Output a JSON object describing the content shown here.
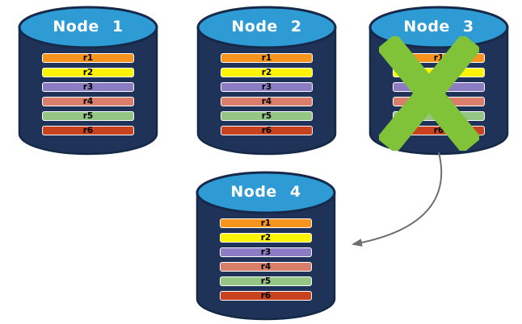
{
  "palette": {
    "background": "#FFFFFF",
    "cylinder_body": "#1E3357",
    "cylinder_top": "#2F9BD4",
    "node_title_color": "#FFFFFF",
    "row_text_color": "#000000",
    "row_border_color": "#FFFFFF",
    "arrow_color": "#6E6E6E",
    "failure_x_color": "#80C339"
  },
  "nodes": [
    {
      "label": "Node 1",
      "failed": false,
      "rows": [
        {
          "label": "r1",
          "color": "#F7941D"
        },
        {
          "label": "r2",
          "color": "#FCF400"
        },
        {
          "label": "r3",
          "color": "#8B7CC4"
        },
        {
          "label": "r4",
          "color": "#D97E6A"
        },
        {
          "label": "r5",
          "color": "#94C585"
        },
        {
          "label": "r6",
          "color": "#C84220"
        }
      ]
    },
    {
      "label": "Node 2",
      "failed": false,
      "rows": [
        {
          "label": "r1",
          "color": "#F7941D"
        },
        {
          "label": "r2",
          "color": "#FCF400"
        },
        {
          "label": "r3",
          "color": "#8B7CC4"
        },
        {
          "label": "r4",
          "color": "#D97E6A"
        },
        {
          "label": "r5",
          "color": "#94C585"
        },
        {
          "label": "r6",
          "color": "#C84220"
        }
      ]
    },
    {
      "label": "Node 3",
      "failed": true,
      "rows": [
        {
          "label": "r1",
          "color": "#F7941D"
        },
        {
          "label": "r2",
          "color": "#FCF400"
        },
        {
          "label": "r3",
          "color": "#8B7CC4"
        },
        {
          "label": "r4",
          "color": "#D97E6A"
        },
        {
          "label": "r5",
          "color": "#94C585"
        },
        {
          "label": "r6",
          "color": "#C84220"
        }
      ]
    },
    {
      "label": "Node 4",
      "failed": false,
      "rows": [
        {
          "label": "r1",
          "color": "#F7941D"
        },
        {
          "label": "r2",
          "color": "#FCF400"
        },
        {
          "label": "r3",
          "color": "#8B7CC4"
        },
        {
          "label": "r4",
          "color": "#D97E6A"
        },
        {
          "label": "r5",
          "color": "#94C585"
        },
        {
          "label": "r6",
          "color": "#C84220"
        }
      ]
    }
  ],
  "arrow": {
    "from": "Node 3",
    "to": "Node 4"
  }
}
